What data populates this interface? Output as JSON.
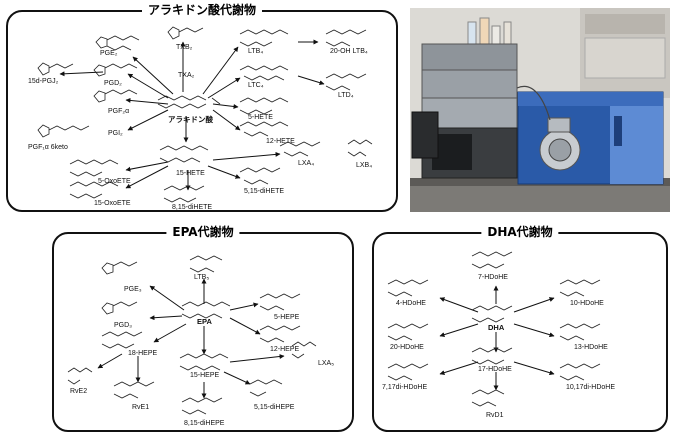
{
  "ara": {
    "title": "アラキドン酸代謝物",
    "center": "アラキドン酸",
    "metabolites": {
      "pge2": "PGE₂",
      "txb2": "TXB₂",
      "txa2": "TXA₂",
      "ltb4": "LTB₄",
      "oh_ltb4": "20-OH LTB₄",
      "ltc4": "LTC₄",
      "ltd4": "LTD₄",
      "pgj3": "15d-PGJ₂",
      "pgd2": "PGD₂",
      "pgf2a": "PGF₂α",
      "hete5": "5-HETE",
      "hete12": "12-HETE",
      "pgi2": "PGI₂",
      "pgf1a": "PGF₁α 6keto",
      "hete15": "15-HETE",
      "lxa4": "LXA₄",
      "lxb4": "LXB₄",
      "oxoete5": "5-OxoETE",
      "oxoete15": "15-OxoETE",
      "dihete515": "5,15-diHETE",
      "dihete815": "8,15-diHETE"
    }
  },
  "epa": {
    "title": "EPA代謝物",
    "center": "EPA",
    "metabolites": {
      "ltb5": "LTB₅",
      "pge3": "PGE₃",
      "pgd3": "PGD₃",
      "hepe5": "5-HEPE",
      "hepe12": "12-HEPE",
      "hepe18": "18-HEPE",
      "hepe15": "15-HEPE",
      "lxa5": "LXA₅",
      "rve2": "RvE2",
      "rve1": "RvE1",
      "dihepe515": "5,15-diHEPE",
      "dihepe815": "8,15-diHEPE"
    }
  },
  "dha": {
    "title": "DHA代謝物",
    "center": "DHA",
    "metabolites": {
      "hdohe7": "7-HDoHE",
      "hdohe4": "4-HDoHE",
      "hdohe10": "10-HDoHE",
      "hdohe20": "20-HDoHE",
      "hdohe13": "13-HDoHE",
      "hdohe17": "17-HDoHE",
      "dihdohe717": "7,17di-HDoHE",
      "dihdohe1017": "10,17di-HDoHE",
      "rvd1": "RvD1"
    }
  },
  "colors": {
    "panel_border": "#111111",
    "instrument_blue": "#2a5aa8",
    "instrument_grey": "#9aa0a6"
  },
  "icons": {
    "arrow": "arrow-icon",
    "molecule": "molecule-structure-icon"
  }
}
